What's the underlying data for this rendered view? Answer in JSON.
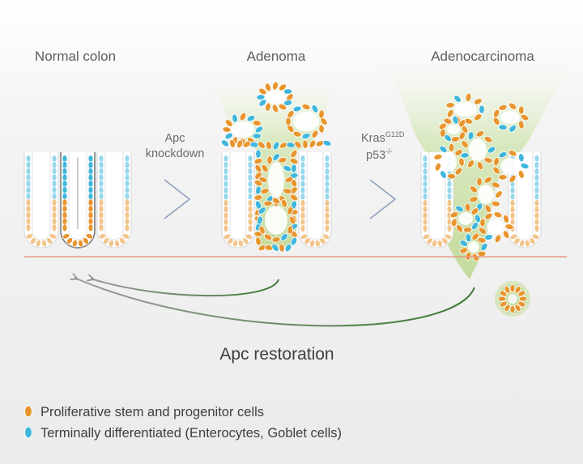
{
  "stages": {
    "normal": "Normal colon",
    "adenoma": "Adenoma",
    "adenocarcinoma": "Adenocarcinoma"
  },
  "transitions": {
    "first": {
      "line1": "Apc",
      "line2": "knockdown"
    },
    "second": {
      "gene1": "Kras",
      "gene1_sup": "G12D",
      "gene2": "p53",
      "gene2_sup": "-/-"
    }
  },
  "restoration_label": "Apc restoration",
  "legend": [
    {
      "text": "Proliferative stem and progenitor cells",
      "color": "#e8952e"
    },
    {
      "text": "Terminally differentiated (Enterocytes, Goblet cells)",
      "color": "#3fb6dc"
    }
  ],
  "colors": {
    "background": "#efefef",
    "tumor": "#c6dca4",
    "basement_line": "#e59a82",
    "arrow_gradient_start": "#9c9c9c",
    "arrow_gradient_end": "#3b7a31"
  }
}
